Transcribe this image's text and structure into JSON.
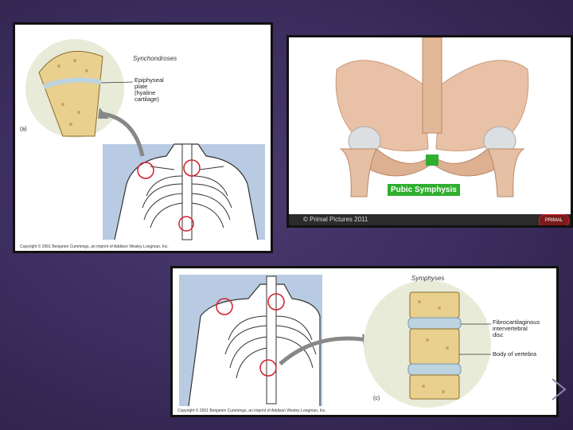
{
  "panel_a": {
    "title": "Synchondroses",
    "callout": [
      "Epiphyseal",
      "plate",
      "(hyaline",
      "cartilage)"
    ],
    "letter": "(a)",
    "copyright": "Copyright © 2001 Benjamin Cummings, an imprint of Addison Wesley Longman, Inc."
  },
  "panel_b": {
    "label": "Pubic Symphysis",
    "credit": "© Primal Pictures 2011",
    "logo": "PRIMAL"
  },
  "panel_c": {
    "title": "Symphyses",
    "callout1": [
      "Fibrocartilaginous",
      "intervertebral",
      "disc"
    ],
    "callout2": "Body of vertebra",
    "letter": "(c)",
    "copyright": "Copyright © 2001 Benjamin Cummings, an imprint of Addison Wesley Longman, Inc."
  },
  "colors": {
    "background": "#3a2c5c",
    "torso_bg": "#b9cbe3",
    "bone": "#e9d08e",
    "cartilage": "#bcd3e0",
    "label_green": "#2fae2f",
    "circle": "#d11f2a"
  },
  "icons": [
    "next-chevron-icon"
  ]
}
